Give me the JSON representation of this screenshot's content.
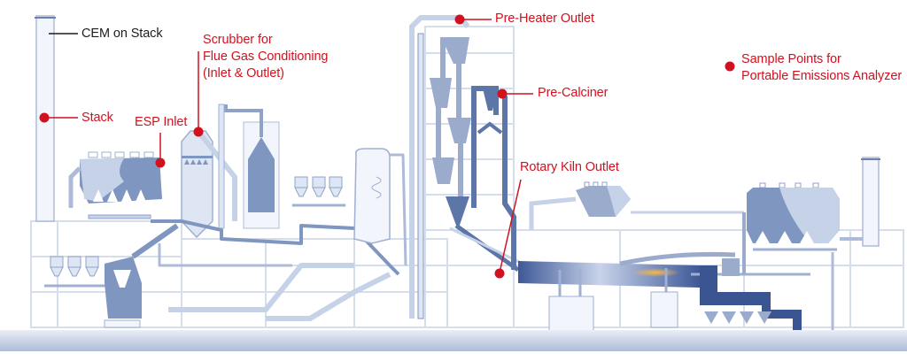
{
  "diagram": {
    "title": "Cement plant emissions sample points",
    "colors": {
      "label_red": "#d2111f",
      "label_dark": "#1d1d1f",
      "equipment_light": "#dfe6f3",
      "equipment_mid": "#9aabcb",
      "equipment_dark": "#5d76a8",
      "equipment_deep": "#3b5592",
      "outline": "#9fb0d2",
      "flame": "#f3a73a",
      "ground": "#b9c6dc"
    },
    "labels": {
      "cem_on_stack": "CEM on Stack",
      "stack": "Stack",
      "esp_inlet": "ESP Inlet",
      "scrubber_line1": "Scrubber for",
      "scrubber_line2": "Flue Gas Conditioning",
      "scrubber_line3": "(Inlet & Outlet)",
      "pre_heater_outlet": "Pre-Heater Outlet",
      "pre_calciner": "Pre-Calciner",
      "rotary_kiln_outlet": "Rotary Kiln Outlet"
    },
    "legend": {
      "marker": "red-dot",
      "line1": "Sample Points for",
      "line2": "Portable Emissions Analyzer"
    }
  }
}
